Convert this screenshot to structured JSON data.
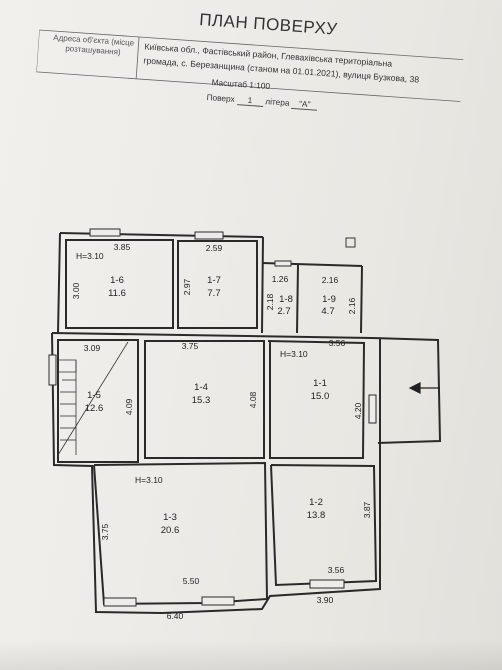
{
  "header": {
    "title": "ПЛАН ПОВЕРХУ",
    "address_label": "Адреса об'єкта (місце розташування)",
    "address_lines": [
      "Київська обл., Фастівський район, Глевахівська територіальна",
      "громада, с. Березанщина (станом на 01.01.2021), вулиця Бузкова, 38"
    ],
    "scale_text": "Масштаб  1:100",
    "floor_text": "Поверх",
    "floor_value": "1",
    "litera_text": "літера",
    "litera_value": "\"А\""
  },
  "rooms": [
    {
      "id": "1-6",
      "area": "11.6"
    },
    {
      "id": "1-7",
      "area": "7.7"
    },
    {
      "id": "1-8",
      "area": "2.7"
    },
    {
      "id": "1-9",
      "area": "4.7"
    },
    {
      "id": "1-5",
      "area": "12.6"
    },
    {
      "id": "1-4",
      "area": "15.3"
    },
    {
      "id": "1-1",
      "area": "15.0"
    },
    {
      "id": "1-3",
      "area": "20.6"
    },
    {
      "id": "1-2",
      "area": "13.8"
    }
  ],
  "dimensions": {
    "d_3_85": "3.85",
    "d_2_59": "2.59",
    "d_1_26": "1.26",
    "d_2_16a": "2.16",
    "d_3_00": "3.00",
    "d_2_97": "2.97",
    "d_2_18": "2.18",
    "d_2_16b": "2.16",
    "d_3_09": "3.09",
    "d_3_75a": "3.75",
    "d_3_56a": "3.56",
    "d_4_09": "4.09",
    "d_4_08": "4.08",
    "d_4_20": "4.20",
    "d_3_75b": "3.75",
    "d_3_87": "3.87",
    "d_5_50": "5.50",
    "d_3_56b": "3.56",
    "d_6_40": "6.40",
    "d_3_90": "3.90"
  },
  "heights": {
    "h1": "H=3.10",
    "h2": "H=3.10",
    "h3": "H=3.10"
  }
}
